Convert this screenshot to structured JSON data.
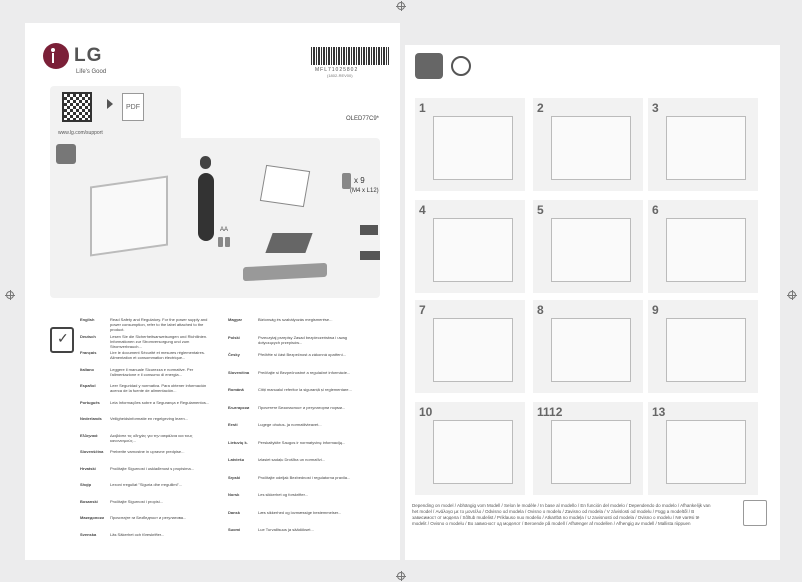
{
  "logo": {
    "brand": "LG",
    "tagline": "Life's Good"
  },
  "barcode": {
    "code": "MFL71025802",
    "sub": "(1802-REV00)"
  },
  "model": "OLED77C9*",
  "support": {
    "url": "www.lg.com/support",
    "pdf_label": "PDF"
  },
  "accessories": {
    "screws_count": "x 9",
    "screws_size": "(M4 x L12)",
    "battery_label": "AA"
  },
  "regulatory": {
    "left": [
      {
        "lang": "English",
        "text": "Read Safety and Regulatory. For the power supply and power consumption, refer to the label attached to the product."
      },
      {
        "lang": "Deutsch",
        "text": "Lesen Sie die Sicherheitsanweisungen und Richtlinien. Informationen zur Stromversorgung und zum Stromverbrauch..."
      },
      {
        "lang": "Français",
        "text": "Lire le document Sécurité et mesures réglementaires. Alimentation et consommation électrique..."
      },
      {
        "lang": "Italiano",
        "text": "Leggere il manuale Sicurezza e normative. Per l'alimentazione e il consumo di energia..."
      },
      {
        "lang": "Español",
        "text": "Leer Seguridad y normativa. Para obtener información acerca de la fuente de alimentación..."
      },
      {
        "lang": "Português",
        "text": "Leia Informações sobre a Segurança e Regulamentos..."
      },
      {
        "lang": "Nederlands",
        "text": "Veiligheidsinformatie en regelgeving lezen..."
      },
      {
        "lang": "Ελληνικά",
        "text": "Διαβάστε τις οδηγίες για την ασφάλεια και τους κανονισμούς..."
      },
      {
        "lang": "Slovenščina",
        "text": "Preberite varnostne in upravne predpise..."
      },
      {
        "lang": "Hrvatski",
        "text": "Pročitajte Sigurnost i usklađenost s propisima..."
      },
      {
        "lang": "Shqip",
        "text": "Lexoni rregullat \"Siguria dhe rregullimi\"..."
      },
      {
        "lang": "Bosanski",
        "text": "Pročitajte Sigurnost i propisi..."
      },
      {
        "lang": "Македонски",
        "text": "Прочитајте ги Безбедност и регулатива..."
      },
      {
        "lang": "Svenska",
        "text": "Läs Säkerhet och föreskrifter..."
      }
    ],
    "right": [
      {
        "lang": "Magyar",
        "text": "Biztonság és szabályozás megismerése..."
      },
      {
        "lang": "Polski",
        "text": "Przeczytaj przepisy Zasad bezpieczeństwa i uwag dotyczących przepisów..."
      },
      {
        "lang": "Česky",
        "text": "Přečtěte si část Bezpečnost a zákonná opatření..."
      },
      {
        "lang": "Slovenčina",
        "text": "Prečítajte si Bezpečnostné a regulačné informácie..."
      },
      {
        "lang": "Română",
        "text": "Citiți manualul referitor la siguranță și reglementare..."
      },
      {
        "lang": "Български",
        "text": "Прочетете Безопасност и регулаторни норми..."
      },
      {
        "lang": "Eesti",
        "text": "Lugege ohutus- ja normatiivteavet..."
      },
      {
        "lang": "Lietuvių k.",
        "text": "Perskaitykite Saugos ir normatyvinę informaciją..."
      },
      {
        "lang": "Latviešu",
        "text": "Izlasiet sadaļu Drošība un normatīvi..."
      },
      {
        "lang": "Srpski",
        "text": "Pročitajte odeljak Bezbednost i regulatorna pravila..."
      },
      {
        "lang": "Norsk",
        "text": "Les sikkerhet og forskrifter..."
      },
      {
        "lang": "Dansk",
        "text": "Læs sikkerhed og lovmæssige bestemmelser..."
      },
      {
        "lang": "Suomi",
        "text": "Lue Turvallisuus ja säädökset..."
      }
    ]
  },
  "steps": [
    "1",
    "2",
    "3",
    "4",
    "5",
    "6",
    "7",
    "8",
    "9",
    "10",
    "1112",
    "13"
  ],
  "footer": {
    "text": "Depending on model / Abhängig vom Modell / Selon le modèle / In base al modello / En función del modelo / Dependendo do modelo / Afhankelijk van het model / Ανάλογα με το μοντέλο / Odvisno od modela / Ovisno o modelu / Zavisno od modela / V závislosti od modelu / Függ a modeltől / В зависимост от модела / Sõltub mudelist / Priklauso nuo modelio / Atkarībā no modeļa / U zavisnosti od modela / Ovisno o modelu / Në varësi të modelit / Ovisno o modelu / Во зависност од моделот / Beroende på modell / Afhænger af modellen / Afhengig av modell / Mallista riippuen"
  }
}
